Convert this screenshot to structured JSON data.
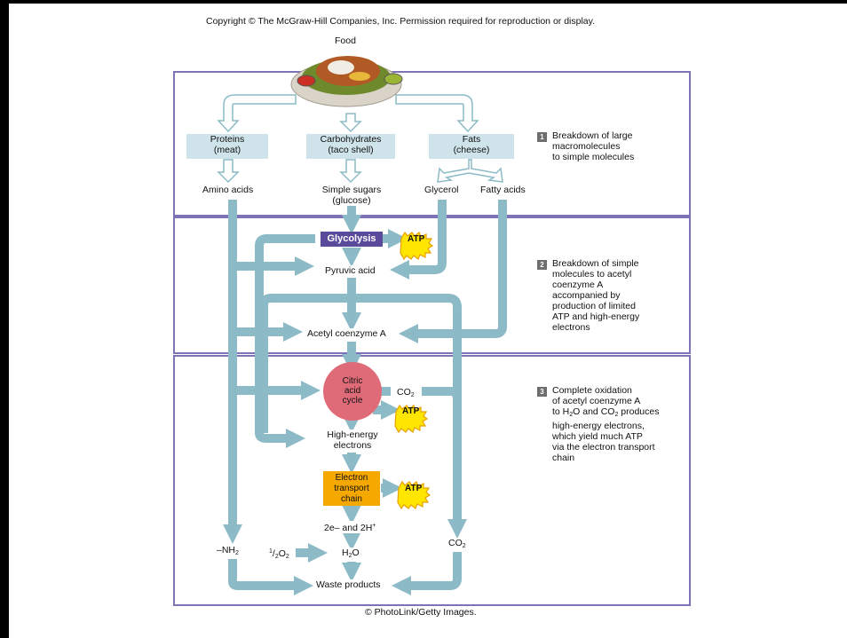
{
  "header": {
    "copyright": "Copyright © The McGraw-Hill Companies, Inc. Permission required for reproduction or display."
  },
  "footer": {
    "credit": "© PhotoLink/Getty Images."
  },
  "diagram": {
    "food": "Food",
    "macromolecules": [
      {
        "name": "Proteins",
        "source": "(meat)"
      },
      {
        "name": "Carbohydrates",
        "source": "(taco shell)"
      },
      {
        "name": "Fats",
        "source": "(cheese)"
      }
    ],
    "simple": {
      "amino_acids": "Amino acids",
      "simple_sugars_1": "Simple sugars",
      "simple_sugars_2": "(glucose)",
      "glycerol": "Glycerol",
      "fatty_acids": "Fatty acids"
    },
    "glycolysis": "Glycolysis",
    "atp": "ATP",
    "pyruvic_acid": "Pyruvic acid",
    "acetyl_coa": "Acetyl coenzyme A",
    "citric_cycle": [
      "Citric",
      "acid",
      "cycle"
    ],
    "co2": "CO",
    "co2_sub": "2",
    "high_energy_1": "High-energy",
    "high_energy_2": "electrons",
    "etc": [
      "Electron",
      "transport",
      "chain"
    ],
    "electrons_h_a": "2e– and 2H",
    "electrons_h_sup": "+",
    "nh2": "–NH",
    "nh2_sub": "2",
    "half_o2_sup": "1",
    "half_o2_rest": "/",
    "half_o2_sub": "2",
    "half_o2_o": "O",
    "half_o2_o_sub": "2",
    "water_h": "H",
    "water_sub": "2",
    "water_o": "O",
    "co2_bottom": "CO",
    "co2_bottom_sub": "2",
    "waste": "Waste products"
  },
  "steps": [
    {
      "num": "1",
      "text": "Breakdown of large\nmacromolecules\nto simple molecules"
    },
    {
      "num": "2",
      "text": "Breakdown of simple\nmolecules to acetyl\ncoenzyme A\naccompanied by\nproduction of limited\nATP and high-energy\nelectrons"
    },
    {
      "num": "3",
      "text_a": "Complete oxidation\nof acetyl coenzyme A\nto H",
      "text_b": "O and CO",
      "text_c": " produces\nhigh-energy electrons,\nwhich yield much ATP\nvia the electron transport\nchain",
      "sub": "2"
    }
  ],
  "colors": {
    "panel_border": "#7f73b8",
    "arrow": "#8cbac6",
    "glycolysis": "#5a4a9c",
    "etc": "#f5a800",
    "citric": "#e06b78",
    "atp_fill": "#ffe600",
    "atp_stroke": "#e8a000"
  }
}
